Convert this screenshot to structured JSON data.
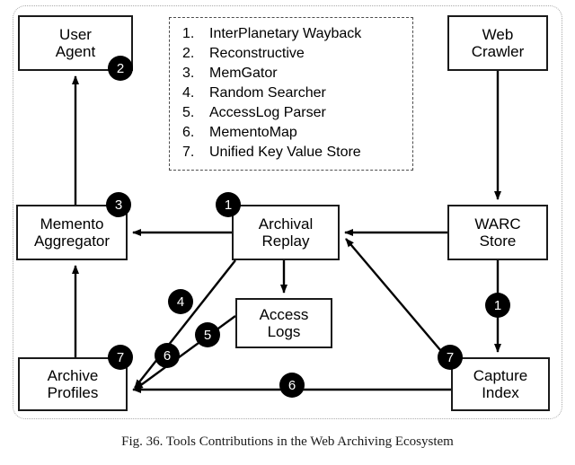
{
  "figure": {
    "caption": "Fig. 36.  Tools Contributions in the Web Archiving Ecosystem"
  },
  "legend": {
    "items": [
      {
        "num": "1.",
        "label": "InterPlanetary Wayback"
      },
      {
        "num": "2.",
        "label": "Reconstructive"
      },
      {
        "num": "3.",
        "label": "MemGator"
      },
      {
        "num": "4.",
        "label": "Random Searcher"
      },
      {
        "num": "5.",
        "label": "AccessLog Parser"
      },
      {
        "num": "6.",
        "label": "MementoMap"
      },
      {
        "num": "7.",
        "label": "Unified Key Value Store"
      }
    ]
  },
  "nodes": {
    "user_agent": {
      "line1": "User",
      "line2": "Agent"
    },
    "web_crawler": {
      "line1": "Web",
      "line2": "Crawler"
    },
    "memento_aggregator": {
      "line1": "Memento",
      "line2": "Aggregator"
    },
    "archival_replay": {
      "line1": "Archival",
      "line2": "Replay"
    },
    "warc_store": {
      "line1": "WARC",
      "line2": "Store"
    },
    "access_logs": {
      "line1": "Access",
      "line2": "Logs"
    },
    "archive_profiles": {
      "line1": "Archive",
      "line2": "Profiles"
    },
    "capture_index": {
      "line1": "Capture",
      "line2": "Index"
    }
  },
  "badges": {
    "user_agent": "2",
    "memento_aggregator": "3",
    "archival_replay": "1",
    "warc_to_capture_index": "1",
    "random_searcher": "4",
    "accesslog_parser": "5",
    "mementomap_diagonal": "6",
    "archive_profiles": "7",
    "mementomap_horizontal": "6",
    "capture_index": "7"
  },
  "colors": {
    "badge_fill": "#000000",
    "badge_text": "#ffffff",
    "node_border": "#1a1a1a",
    "background": "#ffffff",
    "frame_border": "#aaaaaa"
  }
}
